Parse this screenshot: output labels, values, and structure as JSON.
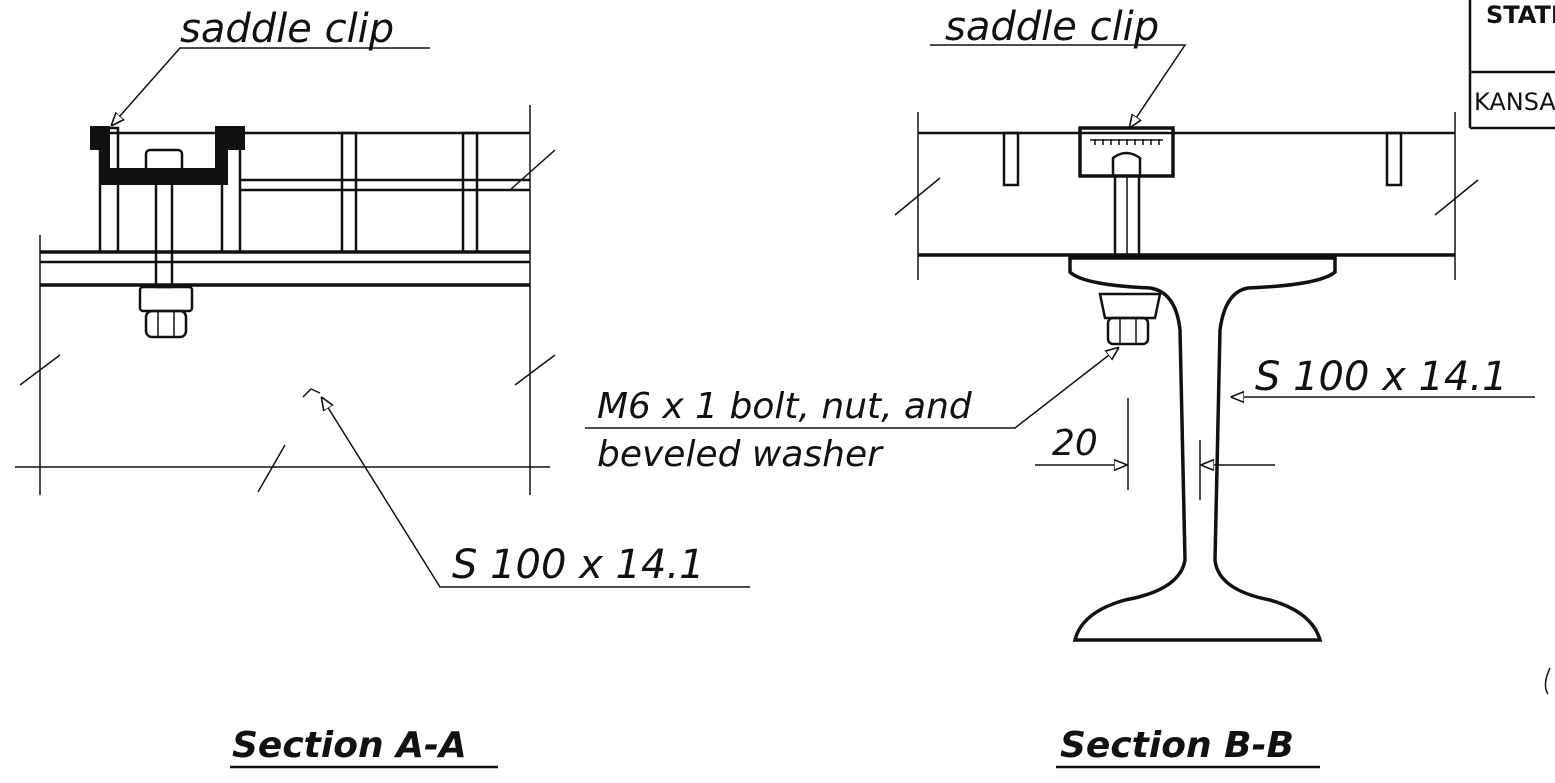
{
  "section_a": {
    "title": "Section A-A",
    "callout_top": "saddle clip",
    "callout_bottom": "S 100 x 14.1"
  },
  "section_b": {
    "title": "Section B-B",
    "callout_top": "saddle clip",
    "callout_beam": "S 100 x 14.1",
    "callout_bolt_line1": "M6 x 1 bolt, nut, and",
    "callout_bolt_line2": "beveled washer",
    "dimension": "20"
  },
  "title_block": {
    "row1": "STATE",
    "row2": "KANSAS"
  }
}
